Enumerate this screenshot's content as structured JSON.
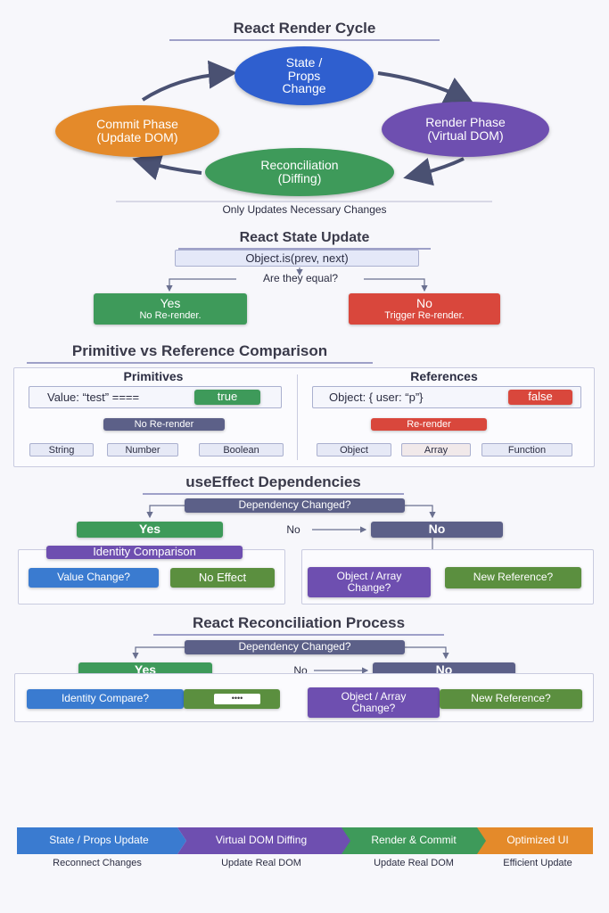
{
  "cycle": {
    "title": "React Render Cycle",
    "state": "State /\nProps\nChange",
    "render": "Render Phase\n(Virtual DOM)",
    "reconcile": "Reconciliation\n(Diffing)",
    "commit": "Commit Phase\n(Update DOM)",
    "caption": "Only Updates Necessary Changes"
  },
  "state_update": {
    "title": "React State Update",
    "check": "Object.is(prev, next)",
    "question": "Are they equal?",
    "yes_label": "Yes",
    "yes_sub": "No Re-render.",
    "no_label": "No",
    "no_sub": "Trigger Re-render."
  },
  "comparison": {
    "title": "Primitive vs Reference Comparison",
    "primitives": {
      "heading": "Primitives",
      "expr": "Value: “test” ====",
      "result": "true",
      "outcome": "No Re-render",
      "types": [
        "String",
        "Number",
        "Boolean"
      ]
    },
    "references": {
      "heading": "References",
      "expr": "Object: { user: “p”}",
      "result": "false",
      "outcome": "Re-render",
      "types": [
        "Object",
        "Array",
        "Function"
      ]
    }
  },
  "use_effect": {
    "title": "useEffect Dependencies",
    "question": "Dependency Changed?",
    "yes": "Yes",
    "no_mid": "No",
    "no": "No",
    "identity": "Identity Comparison",
    "value_change": "Value Change?",
    "no_effect": "No Effect",
    "obj_change": "Object / Array\nChange?",
    "new_ref": "New Reference?"
  },
  "reconciliation": {
    "title": "React Reconciliation Process",
    "question": "Dependency Changed?",
    "yes": "Yes",
    "no_mid": "No",
    "no": "No",
    "identity": "Identity Compare?",
    "dots": "••••",
    "obj_change": "Object / Array\nChange?",
    "new_ref": "New Reference?"
  },
  "pipeline": {
    "steps": [
      {
        "label": "State / Props Update",
        "sub": "Reconnect Changes",
        "color": "#3a7bd0"
      },
      {
        "label": "Virtual DOM Diffing",
        "sub": "Update Real DOM",
        "color": "#6e4fb0"
      },
      {
        "label": "Render & Commit",
        "sub": "Update Real DOM",
        "color": "#3e9a5a"
      },
      {
        "label": "Optimized UI",
        "sub": "Efficient Update",
        "color": "#e48a2a"
      }
    ]
  }
}
